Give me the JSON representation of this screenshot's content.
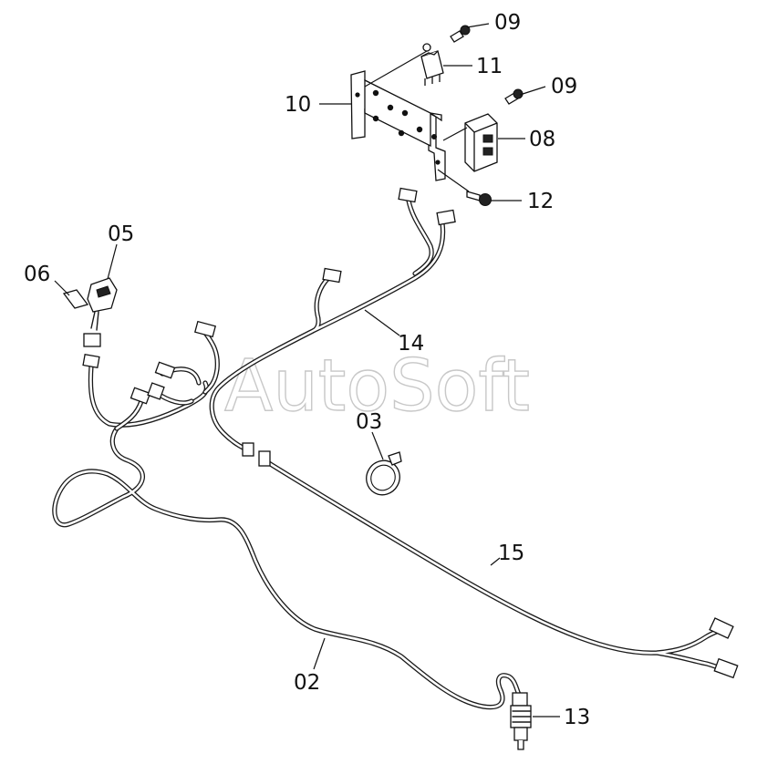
{
  "watermark": "AutoSoft",
  "callouts": {
    "c09a": "09",
    "c11": "11",
    "c09b": "09",
    "c10": "10",
    "c08": "08",
    "c12": "12",
    "c05": "05",
    "c06": "06",
    "c14": "14",
    "c03": "03",
    "c15": "15",
    "c02": "02",
    "c13": "13"
  },
  "parts": [
    {
      "id": "02",
      "name": "wire-harness"
    },
    {
      "id": "03",
      "name": "clamp"
    },
    {
      "id": "05",
      "name": "switch"
    },
    {
      "id": "06",
      "name": "label-plate"
    },
    {
      "id": "08",
      "name": "relay-box"
    },
    {
      "id": "09",
      "name": "screw"
    },
    {
      "id": "10",
      "name": "bracket"
    },
    {
      "id": "11",
      "name": "relay"
    },
    {
      "id": "12",
      "name": "bolt"
    },
    {
      "id": "13",
      "name": "pressure-sensor"
    },
    {
      "id": "14",
      "name": "wire-harness"
    },
    {
      "id": "15",
      "name": "wire-harness"
    }
  ]
}
